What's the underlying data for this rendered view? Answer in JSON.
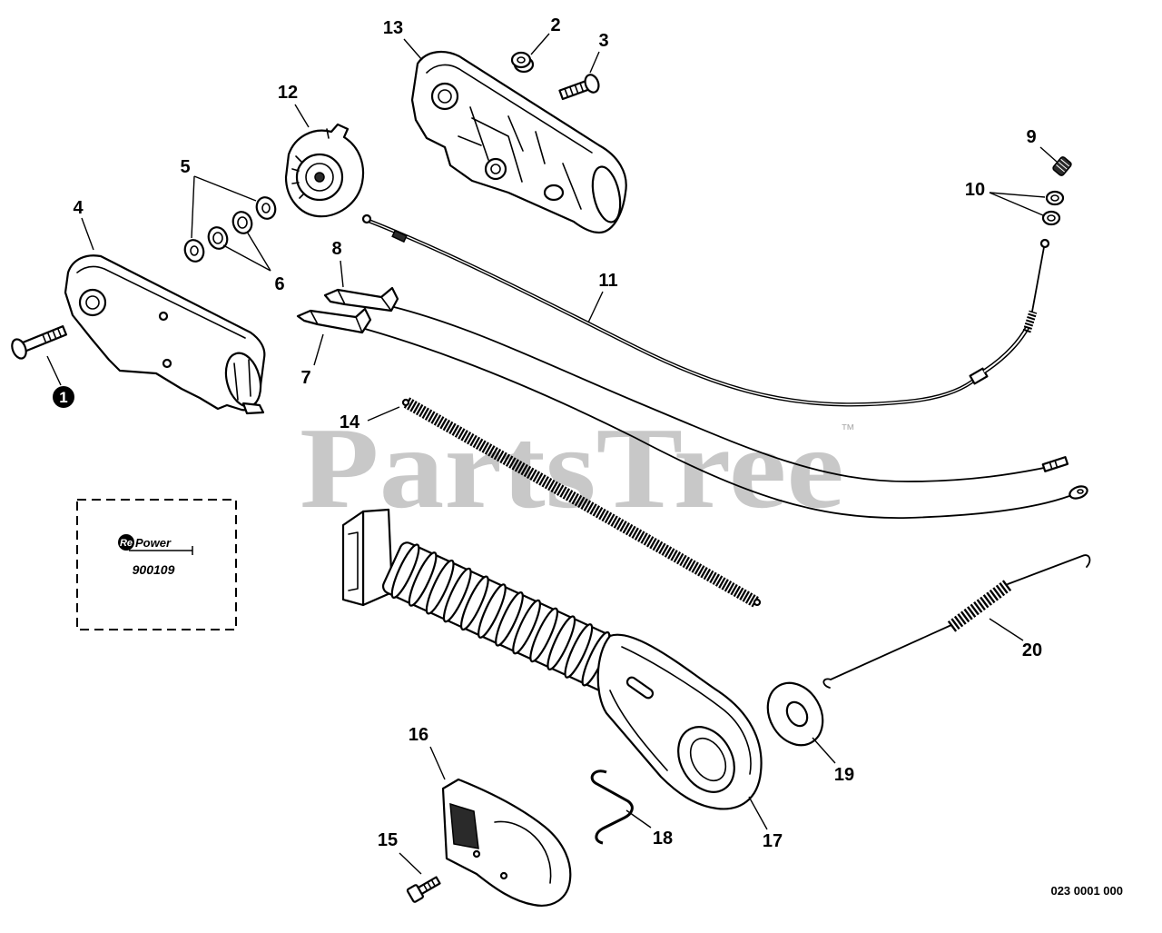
{
  "diagram": {
    "callouts": [
      "1",
      "2",
      "3",
      "4",
      "5",
      "6",
      "7",
      "8",
      "9",
      "10",
      "11",
      "12",
      "13",
      "14",
      "15",
      "16",
      "17",
      "18",
      "19",
      "20"
    ],
    "watermark": {
      "text": "PartsTree",
      "trademark": "™"
    },
    "kit_box": {
      "logo_prefix": "Re",
      "logo_suffix": "Power",
      "part_number": "900109"
    },
    "drawing_number": "023 0001 000",
    "colors": {
      "line": "#000000",
      "watermark": "#c8c8c8",
      "background": "#ffffff"
    }
  }
}
